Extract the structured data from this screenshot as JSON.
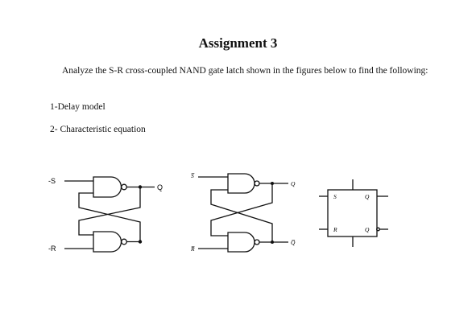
{
  "document": {
    "title": "Assignment 3",
    "intro": "Analyze the S-R cross-coupled NAND gate latch shown in the figures below to find the following:",
    "items": [
      "1-Delay model",
      "2- Characteristic equation"
    ]
  },
  "figure1": {
    "input_s": "-S",
    "input_r": "-R",
    "output_q": "Q"
  },
  "figure2": {
    "input_s": "S̅",
    "input_r": "R̅",
    "output_q": "Q",
    "output_qbar": "Q̅"
  },
  "figure3": {
    "pin_s": "S",
    "pin_r": "R",
    "pin_q": "Q",
    "pin_qbar": "Q"
  }
}
